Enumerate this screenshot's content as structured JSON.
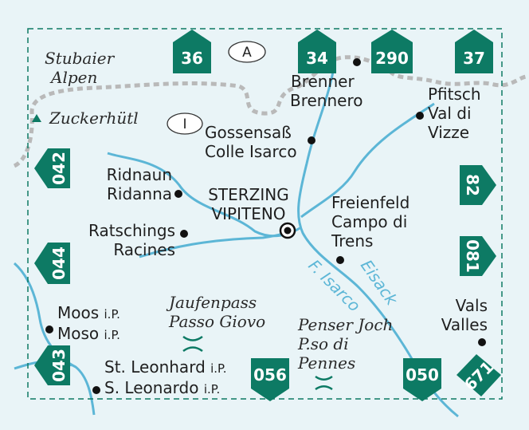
{
  "colors": {
    "background": "#e9f4f7",
    "badge": "#0d7a64",
    "river": "#5cb6d6",
    "border_dash": "#0d7a64",
    "frontier": "#b9b9b9",
    "text": "#1f1f1f"
  },
  "countries": {
    "austria": "A",
    "italy": "I"
  },
  "regions": {
    "stubaier_alpen_line1": "Stubaier",
    "stubaier_alpen_line2": "Alpen"
  },
  "peaks": {
    "zuckerhuetl": "Zuckerhütl"
  },
  "places": {
    "brenner": {
      "line1": "Brenner",
      "line2": "Brennero"
    },
    "pfitsch": {
      "line1": "Pfitsch",
      "line2": "Val di",
      "line3": "Vizze"
    },
    "gossensass": {
      "line1": "Gossensaß",
      "line2": "Colle Isarco"
    },
    "ridnaun": {
      "line1": "Ridnaun",
      "line2": "Ridanna"
    },
    "sterzing": {
      "line1": "STERZING",
      "line2": "VIPITENO"
    },
    "freienfeld": {
      "line1": "Freienfeld",
      "line2": "Campo di",
      "line3": "Trens"
    },
    "ratschings": {
      "line1": "Ratschings",
      "line2": "Racines"
    },
    "moos": {
      "line1": "Moos",
      "line2": "Moso",
      "suffix": "i.P."
    },
    "st_leonhard": {
      "line1": "St. Leonhard",
      "line2": "S. Leonardo",
      "suffix": "i.P."
    },
    "vals": {
      "line1": "Vals",
      "line2": "Valles"
    }
  },
  "passes": {
    "jaufenpass": {
      "line1": "Jaufenpass",
      "line2": "Passo Giovo"
    },
    "penser_joch": {
      "line1": "Penser Joch",
      "line2": "P.so di",
      "line3": "Pennes"
    }
  },
  "rivers": {
    "eisack": "Eisack",
    "isarco": "F. Isarco"
  },
  "map_sheets": {
    "s36": "36",
    "s34": "34",
    "s290": "290",
    "s37": "37",
    "s042": "042",
    "s044": "044",
    "s043": "043",
    "s82": "82",
    "s081": "081",
    "s671": "671",
    "s056": "056",
    "s050": "050"
  }
}
